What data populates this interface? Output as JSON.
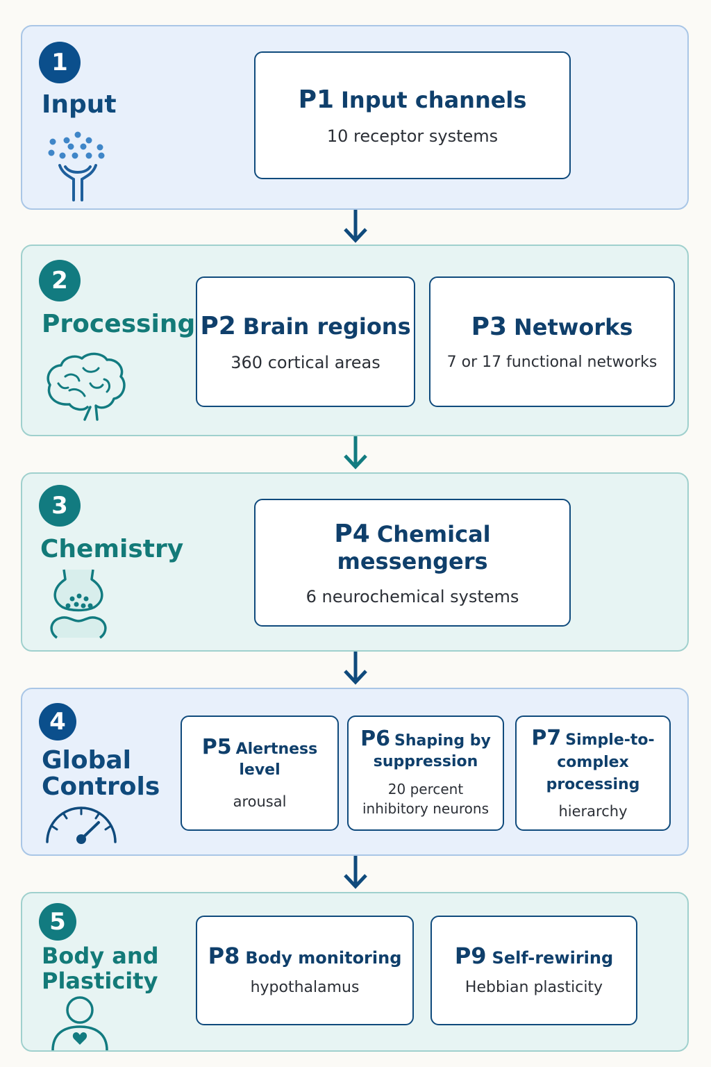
{
  "stages": [
    {
      "number": "1",
      "title": "Input",
      "icon": "receptor-icon",
      "cards": [
        {
          "code": "P1",
          "name": "Input channels",
          "detail": "10 receptor systems"
        }
      ]
    },
    {
      "number": "2",
      "title": "Processing",
      "icon": "brain-icon",
      "cards": [
        {
          "code": "P2",
          "name": "Brain regions",
          "detail": "360 cortical areas"
        },
        {
          "code": "P3",
          "name": "Networks",
          "detail": "7 or 17 functional networks"
        }
      ]
    },
    {
      "number": "3",
      "title": "Chemistry",
      "icon": "synapse-icon",
      "cards": [
        {
          "code": "P4",
          "name": "Chemical messengers",
          "detail": "6 neurochemical systems"
        }
      ]
    },
    {
      "number": "4",
      "title": "Global\nControls",
      "icon": "gauge-icon",
      "cards": [
        {
          "code": "P5",
          "name": "Alertness level",
          "detail": "arousal"
        },
        {
          "code": "P6",
          "name": "Shaping by suppression",
          "detail": "20 percent inhibitory neurons"
        },
        {
          "code": "P7",
          "name": "Simple-to-complex processing",
          "detail": "hierarchy"
        }
      ]
    },
    {
      "number": "5",
      "title": "Body and\nPlasticity",
      "icon": "body-heart-icon",
      "cards": [
        {
          "code": "P8",
          "name": "Body monitoring",
          "detail": "hypothalamus"
        },
        {
          "code": "P9",
          "name": "Self-rewiring",
          "detail": "Hebbian plasticity"
        }
      ]
    }
  ],
  "colors": {
    "blue": "#0b4f8c",
    "teal": "#127b80"
  }
}
